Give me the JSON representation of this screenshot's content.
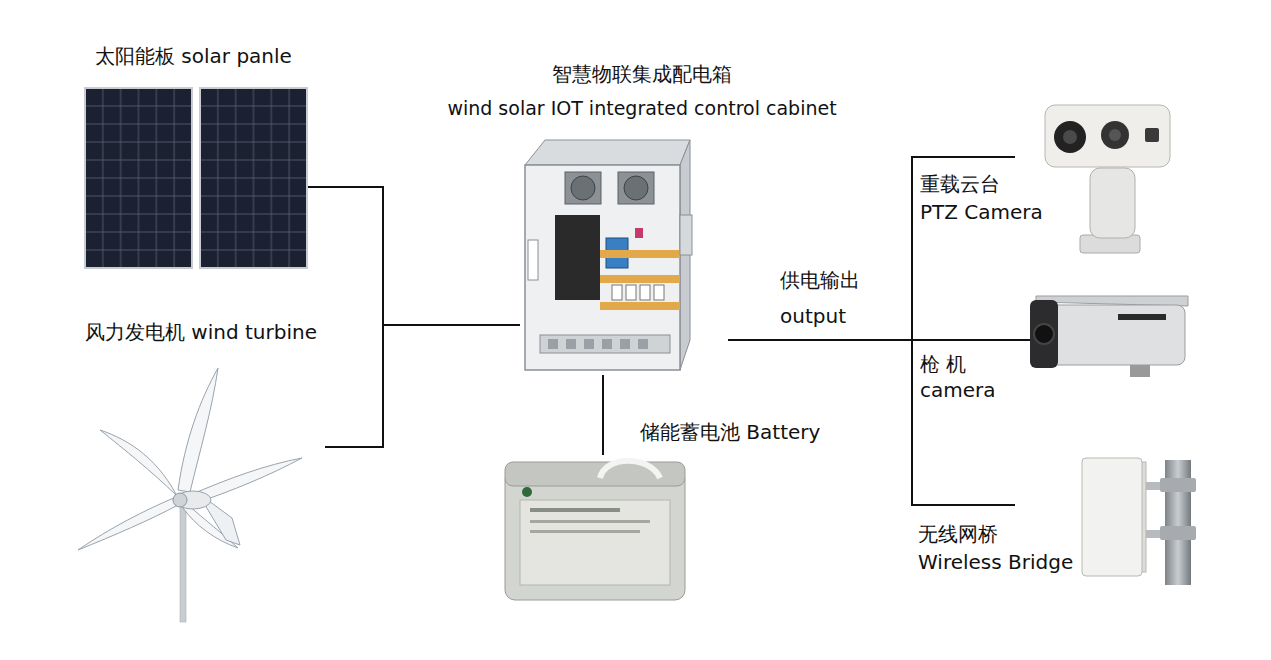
{
  "diagram": {
    "nodes": [
      {
        "text": [
          "太阳能板 solar panle"
        ]
      },
      {
        "text": [
          "风力发电机 wind turbine"
        ]
      },
      {
        "text": [
          "智慧物联集成配电箱",
          "wind solar IOT integrated control cabinet"
        ]
      },
      {
        "text": [
          "储能蓄电池 Battery"
        ]
      },
      {
        "text": [
          "重载云台",
          "PTZ Camera"
        ]
      },
      {
        "text": [
          "枪 机",
          "camera"
        ]
      },
      {
        "text": [
          "无线网桥",
          "Wireless Bridge"
        ]
      }
    ],
    "edges": [
      {
        "from": 0,
        "to": 2,
        "arrow": "none"
      },
      {
        "from": 1,
        "to": 2,
        "arrow": "none"
      },
      {
        "from": 2,
        "to": 3,
        "arrow": "none"
      },
      {
        "from": 2,
        "to": 4,
        "arrow": "none"
      },
      {
        "from": 2,
        "to": 5,
        "arrow": "none"
      },
      {
        "from": 2,
        "to": 6,
        "arrow": "none"
      }
    ],
    "labels": [
      "供电输出",
      "output"
    ]
  }
}
